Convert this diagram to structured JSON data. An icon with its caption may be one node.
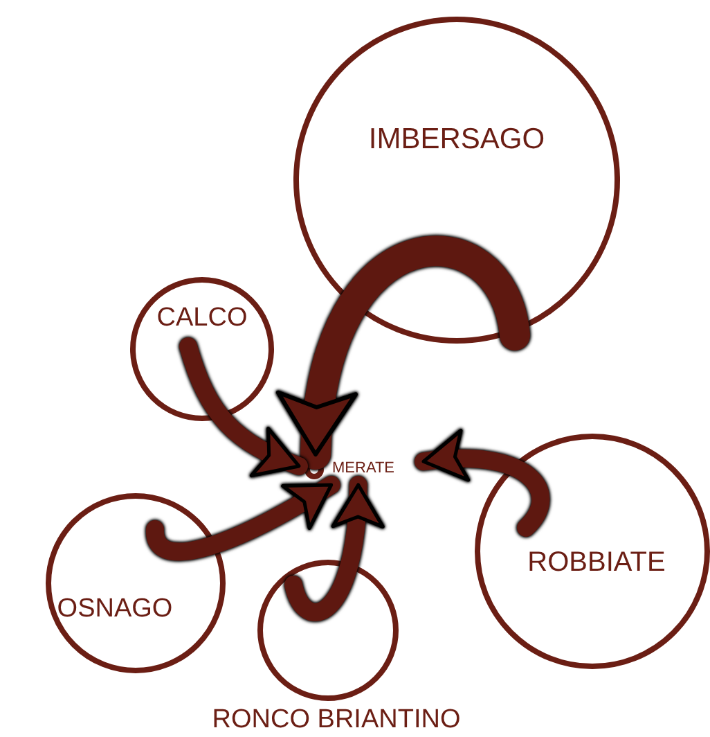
{
  "diagram": {
    "nodes": [
      {
        "text": [
          "IMBERSAGO"
        ]
      },
      {
        "text": [
          "CALCO"
        ]
      },
      {
        "text": [
          "MERATE"
        ]
      },
      {
        "text": [
          "ROBBIATE"
        ]
      },
      {
        "text": [
          "OSNAGO"
        ]
      },
      {
        "text": [
          "RONCO BRIANTINO"
        ]
      }
    ],
    "edges": [
      {
        "from": 0,
        "to": 2,
        "arrow": "to"
      },
      {
        "from": 1,
        "to": 2,
        "arrow": "to"
      },
      {
        "from": 3,
        "to": 2,
        "arrow": "to"
      },
      {
        "from": 4,
        "to": 2,
        "arrow": "to"
      },
      {
        "from": 5,
        "to": 2,
        "arrow": "to"
      }
    ]
  }
}
